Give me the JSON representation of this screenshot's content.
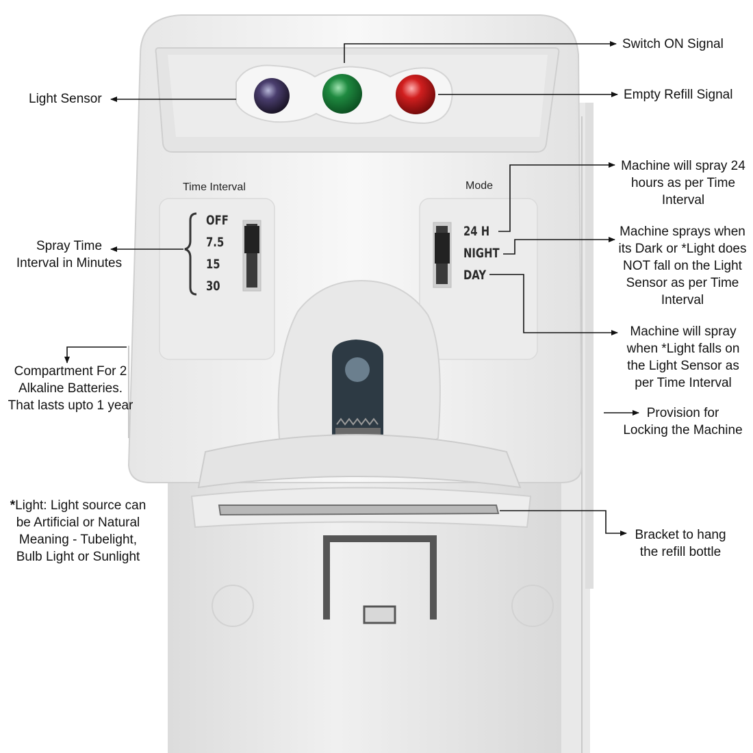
{
  "device": {
    "time_interval_label": "Time Interval",
    "mode_label": "Mode",
    "interval_options": [
      "OFF",
      "7.5",
      "15",
      "30"
    ],
    "mode_options": [
      "24 H",
      "NIGHT",
      "DAY"
    ],
    "colors": {
      "led_sensor": "#2a2140",
      "led_green": "#1f7a3a",
      "led_red": "#c41a1a",
      "body": "#f3f3f3"
    }
  },
  "annotations": {
    "light_sensor": "Light Sensor",
    "switch_on": "Switch ON Signal",
    "empty_refill": "Empty Refill Signal",
    "mode_24h": [
      "Machine will spray 24",
      "hours as per Time",
      "Interval"
    ],
    "mode_night": [
      "Machine sprays when",
      "its Dark or *Light does",
      "NOT fall on the Light",
      "Sensor as per Time",
      "Interval"
    ],
    "mode_day": [
      "Machine will spray",
      "when *Light falls on",
      "the Light Sensor as",
      "per Time Interval"
    ],
    "spray_interval": [
      "Spray Time",
      "Interval in Minutes"
    ],
    "battery": [
      "Compartment For 2",
      "Alkaline Batteries.",
      "That lasts upto 1 year"
    ],
    "locking": [
      "Provision for",
      "Locking the Machine"
    ],
    "bracket": [
      "Bracket to hang",
      "the refill bottle"
    ],
    "light_note_star": "*",
    "light_note": [
      "Light: Light source can",
      "be Artificial or Natural",
      "Meaning - Tubelight,",
      "Bulb Light or Sunlight"
    ]
  }
}
